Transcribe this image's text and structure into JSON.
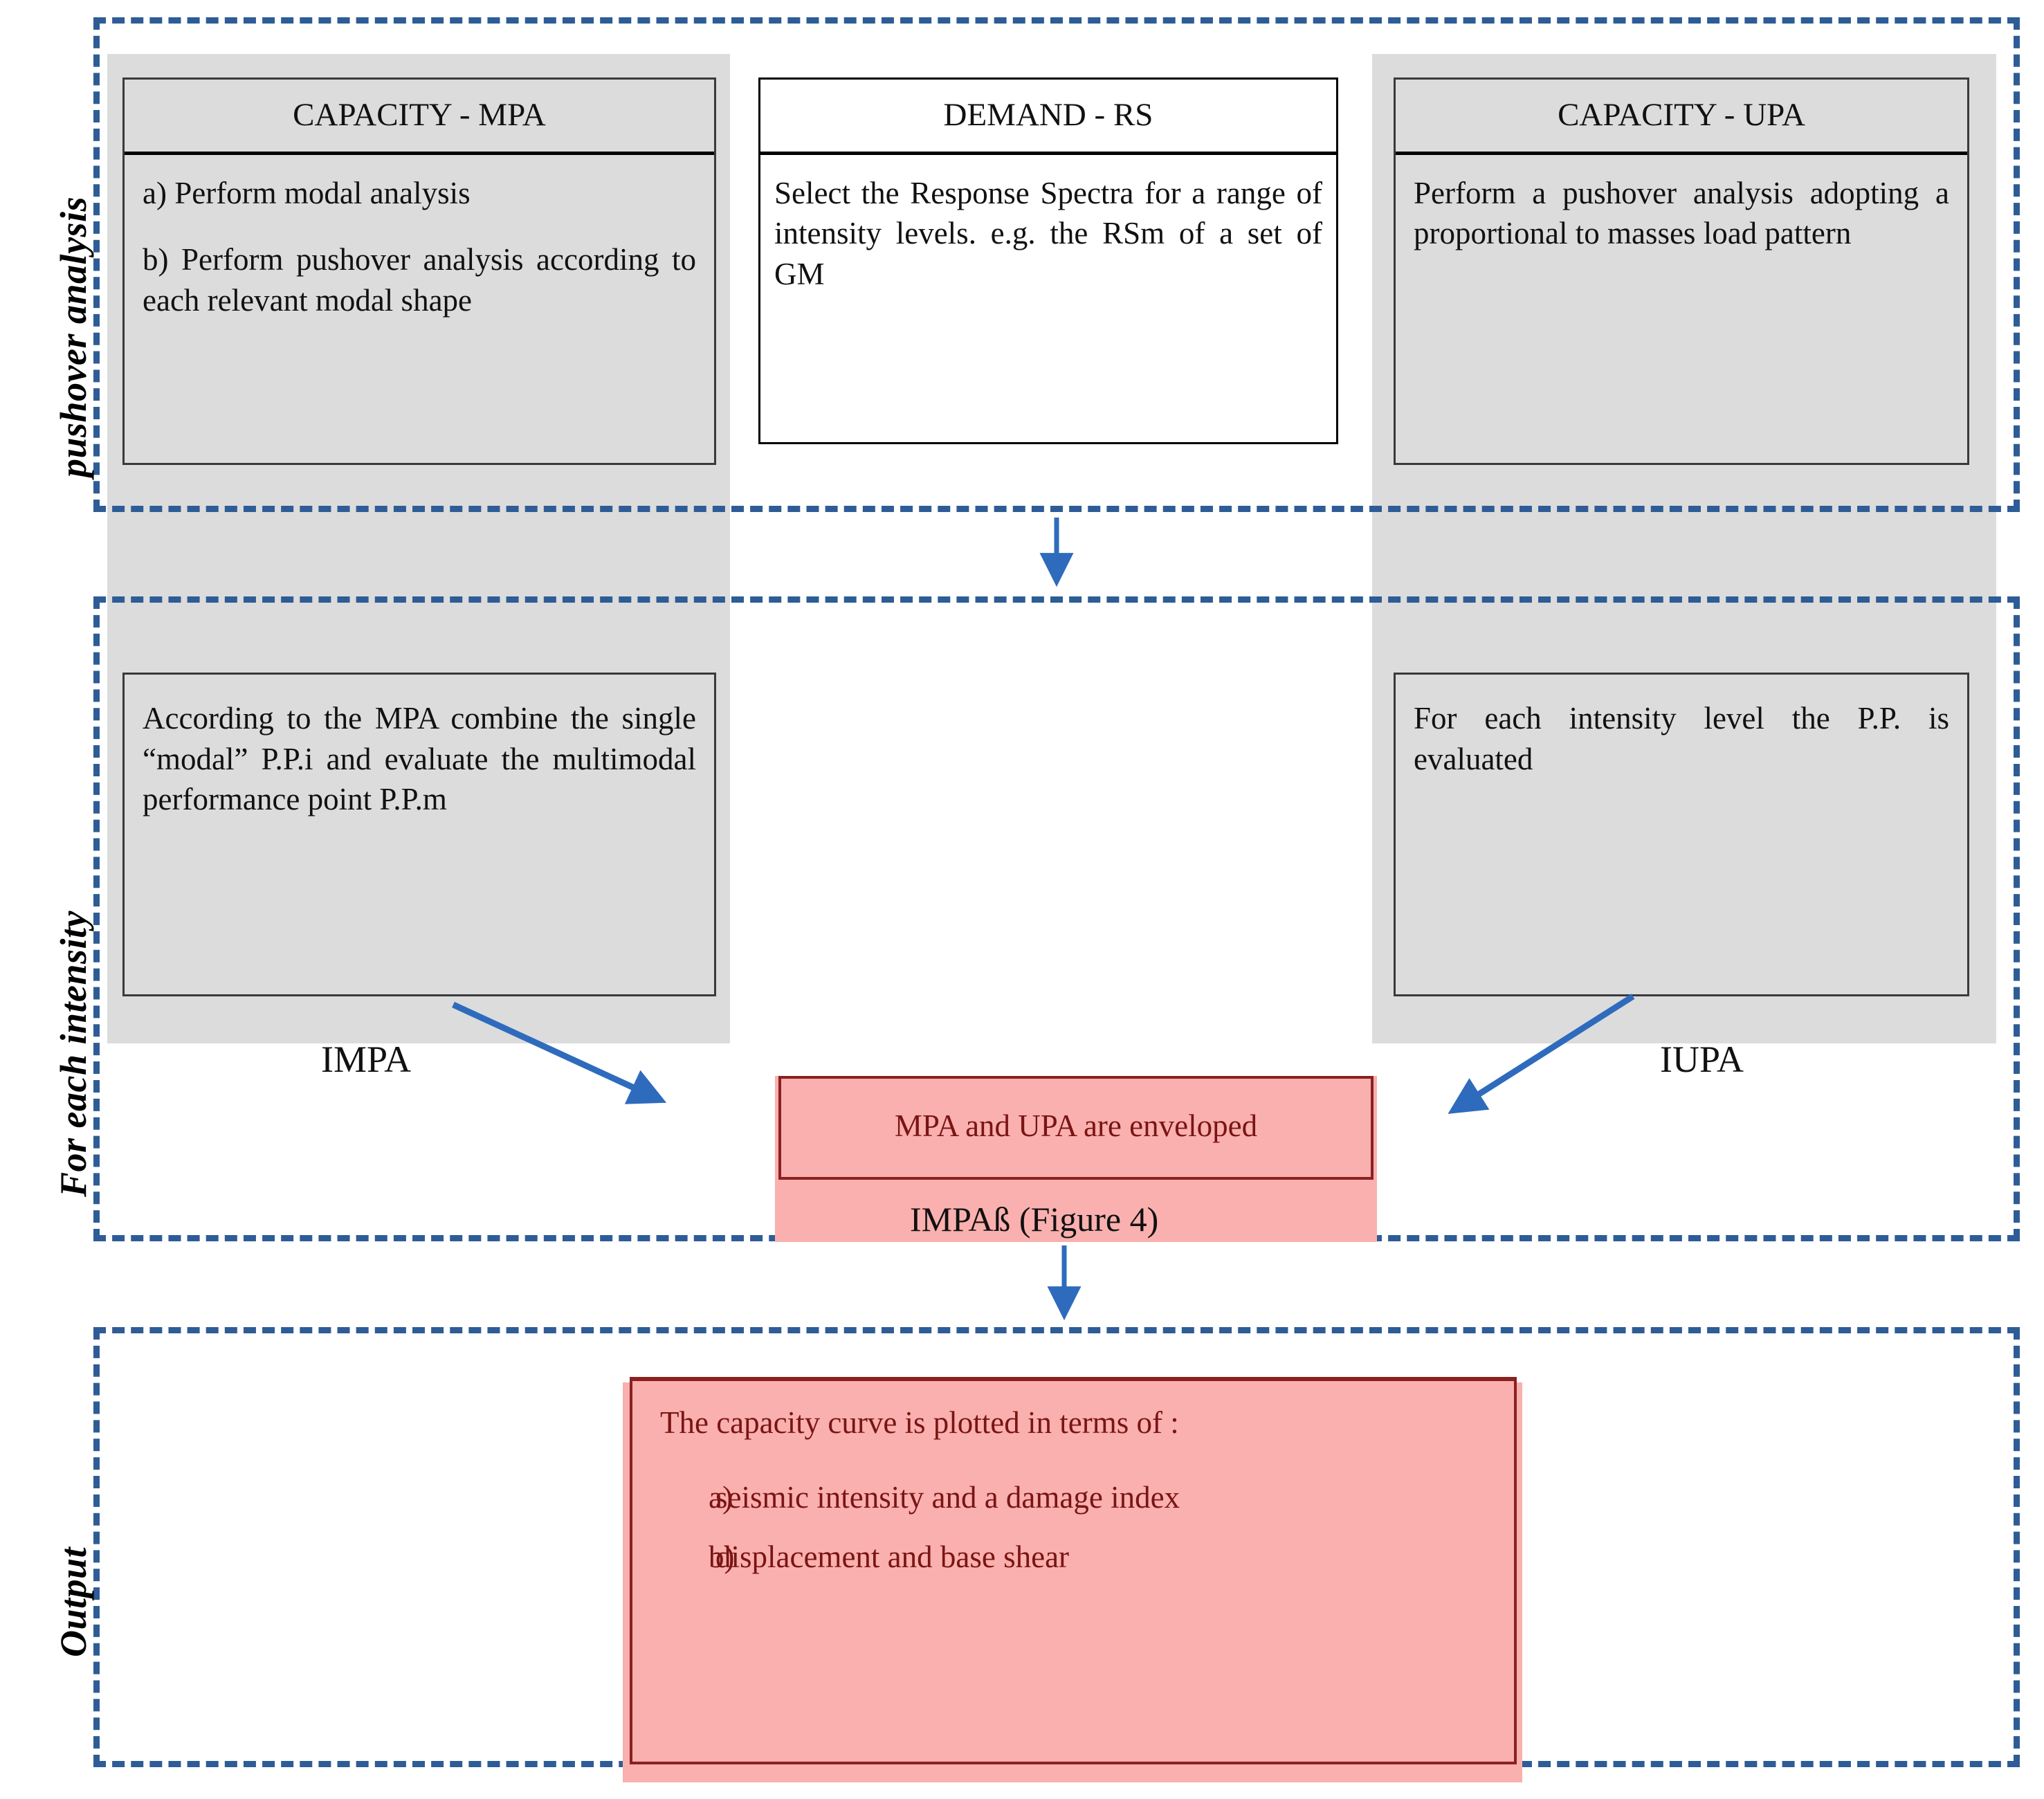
{
  "lanes": [
    {
      "caption": "pushover analysis"
    },
    {
      "caption": "For each intensity"
    },
    {
      "caption": "Output"
    }
  ],
  "row1": {
    "capacity_mpa": {
      "header": "CAPACITY - MPA",
      "line_a": "a) Perform modal analysis",
      "line_b": "b) Perform pushover analysis according to each relevant modal shape"
    },
    "demand_rs": {
      "header": "DEMAND - RS",
      "body": "Select the Response Spectra for a range of intensity levels. e.g. the RSm of a set of GM"
    },
    "capacity_upa": {
      "header": "CAPACITY - UPA",
      "body": "Perform a pushover analysis adopting a proportional to masses load pattern"
    }
  },
  "row2": {
    "mpa_combine": {
      "body": "According to the MPA combine the single “modal” P.P.i and evaluate the multimodal performance point P.P.m"
    },
    "upa_pp": {
      "body": "For each intensity level the P.P. is evaluated"
    },
    "left_arrow_label": "IMPA",
    "right_arrow_label": "IUPA",
    "envelope_box": {
      "text": "MPA and UPA are enveloped",
      "caption": "IMPAß  (Figure 4)"
    }
  },
  "row3": {
    "output_box": {
      "heading": "The capacity curve is plotted in terms of :",
      "items": [
        {
          "marker": "a)",
          "text": "seismic intensity and a damage index"
        },
        {
          "marker": "b)",
          "text": "displacement and base shear"
        }
      ]
    }
  },
  "colors": {
    "lane_border": "#2e5c96",
    "arrow": "#2e6bbd",
    "panel_grey": "#dcdcdc",
    "pink_fill": "#f9b0ae",
    "pink_border": "#8b2020",
    "pink_text": "#7a1414",
    "box_border": "#3a3a3a"
  },
  "icons": {
    "down_arrow": "arrow-down-icon",
    "diagonal_arrow": "arrow-diagonal-icon"
  }
}
